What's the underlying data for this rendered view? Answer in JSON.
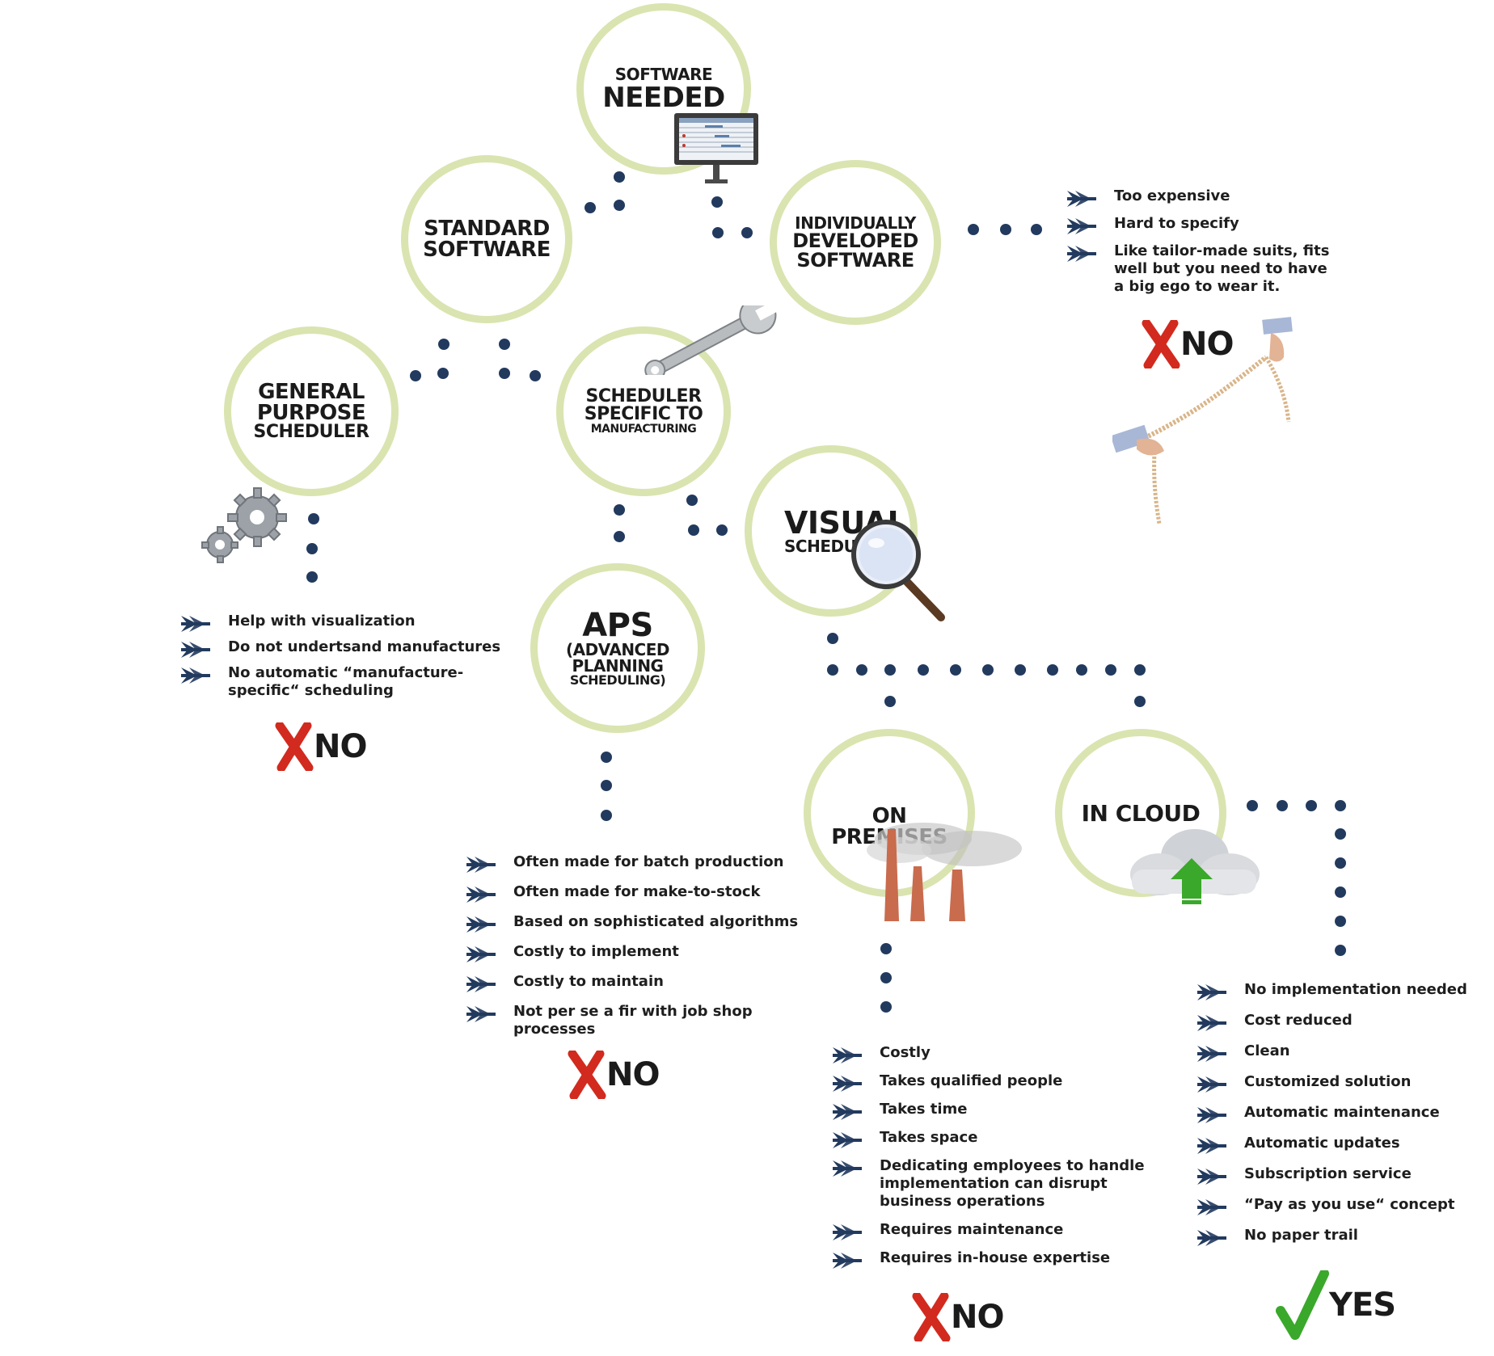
{
  "nodes": {
    "software_needed": {
      "line1": "SOFTWARE",
      "line2": "NEEDED"
    },
    "standard_software": {
      "line1": "STANDARD",
      "line2": "SOFTWARE"
    },
    "individually_developed": {
      "line1": "INDIVIDUALLY",
      "line2": "DEVELOPED",
      "line3": "SOFTWARE"
    },
    "general_purpose": {
      "line1": "GENERAL",
      "line2": "PURPOSE",
      "line3": "SCHEDULER"
    },
    "scheduler_specific": {
      "line1": "SCHEDULER",
      "line2": "SPECIFIC TO",
      "line3": "MANUFACTURING"
    },
    "visual_scheduling": {
      "line1": "VISUAL",
      "line2": "SCHEDULING"
    },
    "aps": {
      "line1": "APS",
      "line2": "(ADVANCED",
      "line3": "PLANNING",
      "line4": "SCHEDULING)"
    },
    "on_premises": {
      "line1": "ON PREMISES"
    },
    "in_cloud": {
      "line1": "IN CLOUD"
    }
  },
  "lists": {
    "individually_developed": [
      "Too expensive",
      "Hard to specify",
      "Like tailor-made suits, fits well but you need to have a big ego to wear it."
    ],
    "general_purpose": [
      "Help with visualization",
      "Do not undertsand manufactures",
      "No automatic “manufacture-specific“ scheduling"
    ],
    "aps": [
      "Often made for batch production",
      "Often made for make-to-stock",
      "Based on sophisticated algorithms",
      "Costly to implement",
      "Costly to maintain",
      "Not per se a fir with job shop processes"
    ],
    "on_premises": [
      "Costly",
      "Takes qualified people",
      "Takes time",
      "Takes space",
      "Dedicating employees to handle implementation can disrupt business operations",
      "Requires maintenance",
      "Requires in-house expertise"
    ],
    "in_cloud": [
      "No implementation needed",
      "Cost reduced",
      "Clean",
      "Customized solution",
      "Automatic maintenance",
      "Automatic updates",
      "Subscription service",
      "“Pay as you use“ concept",
      "No paper trail"
    ]
  },
  "verdicts": {
    "individually_developed": "NO",
    "general_purpose": "NO",
    "aps": "NO",
    "on_premises": "NO",
    "in_cloud": "YES"
  },
  "colors": {
    "ring": "#d9e4b0",
    "dot": "#223a5e",
    "arrow": "#223a5e",
    "no_mark": "#d22a1e",
    "yes_mark": "#3aa82a",
    "upload_arrow": "#3aa82a"
  },
  "icons": {
    "software_needed": "monitor-icon",
    "scheduler_specific": "wrench-icon",
    "general_purpose": "gears-icon",
    "visual_scheduling": "magnifier-icon",
    "on_premises": "factory-icon",
    "in_cloud": "cloud-upload-icon",
    "individually_developed": "tape-measure-icon"
  }
}
